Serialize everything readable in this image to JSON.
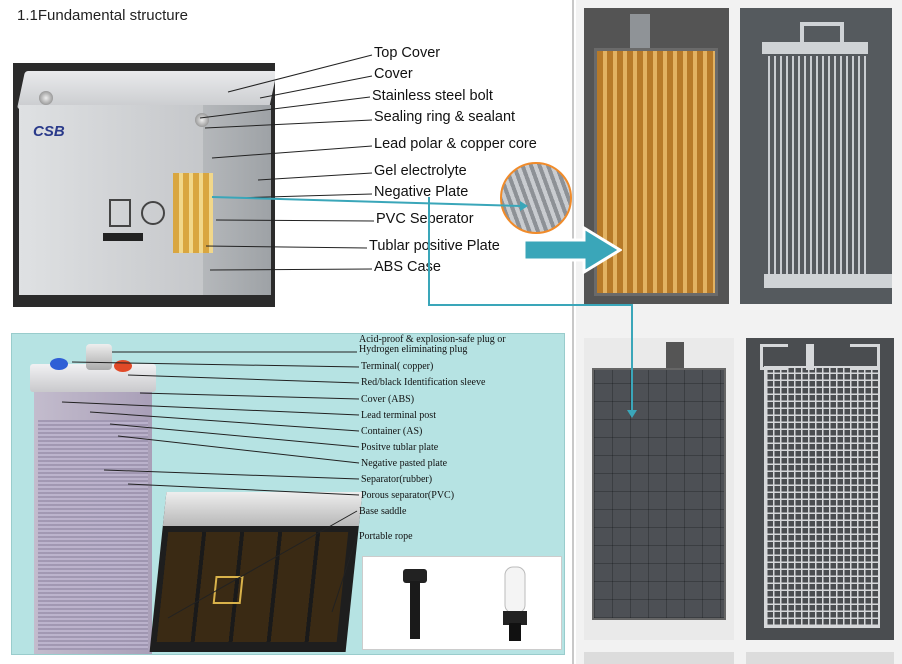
{
  "section_title": "1.1Fundamental structure",
  "top_diagram": {
    "labels": [
      "Top Cover",
      "Cover",
      "Stainless steel bolt",
      "Sealing ring & sealant",
      "Lead polar & copper core",
      "Gel electrolyte",
      "Negative Plate",
      "PVC Seperator",
      "Tublar positive Plate",
      "ABS Case"
    ],
    "logo_text": "CSB"
  },
  "bottom_diagram": {
    "labels": [
      "Acid-proof & explosion-safe plug or",
      "Hydrogen eliminating plug",
      "Terminal( copper)",
      "Red/black Identification sleeve",
      "Cover (ABS)",
      "Lead terminal post",
      "Container (AS)",
      "Positve tublar plate",
      "Negative pasted plate",
      "Separator(rubber)",
      "Porous separator(PVC)",
      "Base saddle",
      "Portable rope"
    ]
  },
  "colors": {
    "accent_arrow": "#3aa6b9",
    "zoom_circle": "#f08b2a",
    "panel_bg": "#b6e3e3"
  }
}
